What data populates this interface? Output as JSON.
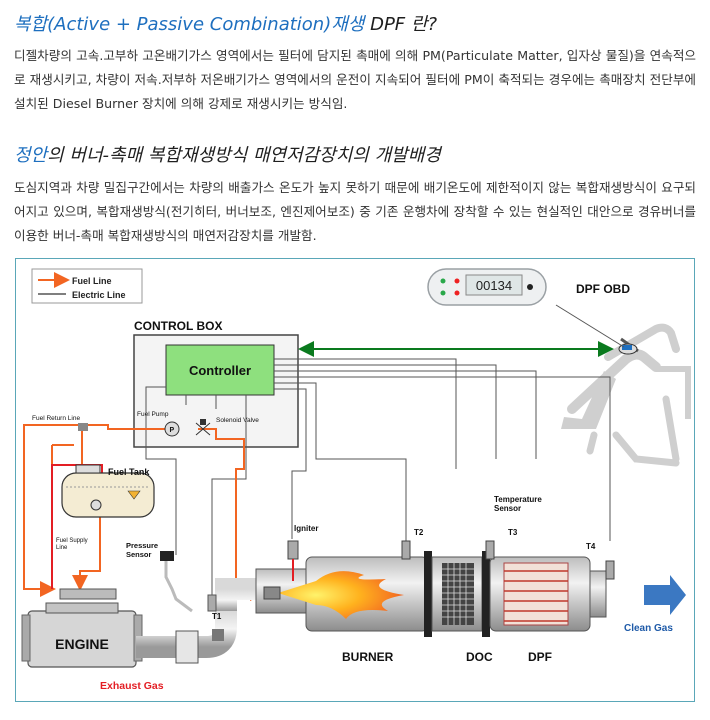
{
  "section1": {
    "title_prefix": "복합",
    "title_middle": "(Active + Passive Combination)",
    "title_suffix1": "재생",
    "title_suffix2": " DPF 란?",
    "paragraph": "디젤차량의 고속.고부하 고온배기가스 영역에서는 필터에 담지된 촉매에 의해 PM(Particulate Matter, 입자상 물질)을 연속적으로 재생시키고, 차량이 저속.저부하 저온배기가스 영역에서의 운전이 지속되어 필터에 PM이 축적되는 경우에는 촉매장치 전단부에 설치된 Diesel Burner 장치에 의해 강제로 재생시키는 방식임."
  },
  "section2": {
    "title_prefix": "정안",
    "title_rest": "의 버너-촉매 복합재생방식 매연저감장치의 개발배경",
    "paragraph": "도심지역과 차량 밀집구간에서는 차량의 배출가스 온도가 높지 못하기 때문에 배기온도에 제한적이지 않는 복합재생방식이 요구되어지고 있으며, 복합재생방식(전기히터, 버너보조, 엔진제어보조) 중 기존 운행차에 장착할 수 있는 현실적인 대안으로 경유버너를 이용한 버너-촉매 복합재생방식의 매연저감장치를 개발함."
  },
  "diagram": {
    "legend": {
      "fuel_line": "Fuel Line",
      "electric_line": "Electric Line"
    },
    "control_box": "CONTROL BOX",
    "controller": "Controller",
    "fuel_pump": "Fuel Pump",
    "solenoid_valve": "Solenoid Valve",
    "fuel_return_line": "Fuel Return Line",
    "fuel_tank": "Fuel Tank",
    "fuel_supply_line": "Fuel Supply\nLine",
    "pressure_sensor": "Pressure\nSensor",
    "engine": "ENGINE",
    "exhaust_gas": "Exhaust Gas",
    "igniter": "Igniter",
    "burner": "BURNER",
    "doc": "DOC",
    "dpf": "DPF",
    "temperature_sensor": "Temperature\nSensor",
    "t1": "T1",
    "t2": "T2",
    "t3": "T3",
    "t4": "T4",
    "clean_gas": "Clean Gas",
    "dpf_obd": "DPF OBD",
    "obd_display": "00134",
    "colors": {
      "fuel": "#f26522",
      "electric": "#555555",
      "controller_fill": "#8ee07e",
      "clean_arrow": "#3b78c2",
      "exhaust_text": "#e31e24",
      "obd_link": "#0a7a1e"
    }
  }
}
